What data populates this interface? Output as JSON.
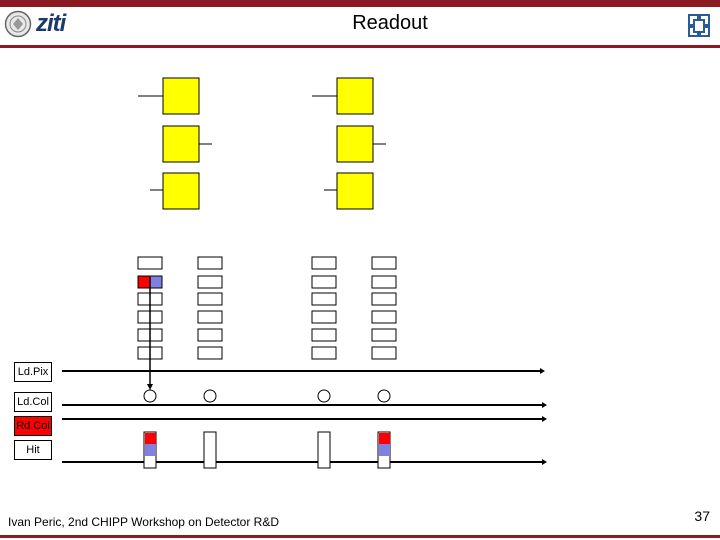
{
  "header": {
    "title": "Readout",
    "logo_text": "ziti",
    "colors": {
      "brand": "#8b1a22",
      "logo_blue": "#1a3a6e"
    }
  },
  "icons": {
    "left_logo": "seal-logo-icon",
    "right_logo": "institute-logo-icon"
  },
  "buses": [
    {
      "label": "Ld.Pix",
      "fill": "#ffffff"
    },
    {
      "label": "Ld.Col",
      "fill": "#ffffff"
    },
    {
      "label": "Rd.Col",
      "fill": "#ff0000"
    },
    {
      "label": "Hit",
      "fill": "#ffffff"
    }
  ],
  "colors": {
    "pixel": "#ffff00",
    "hit_red": "#ff0000",
    "hit_blue": "#8080e0"
  },
  "footer": {
    "text": "Ivan Peric, 2nd CHIPP Workshop on Detector R&D",
    "page_number": "37"
  }
}
